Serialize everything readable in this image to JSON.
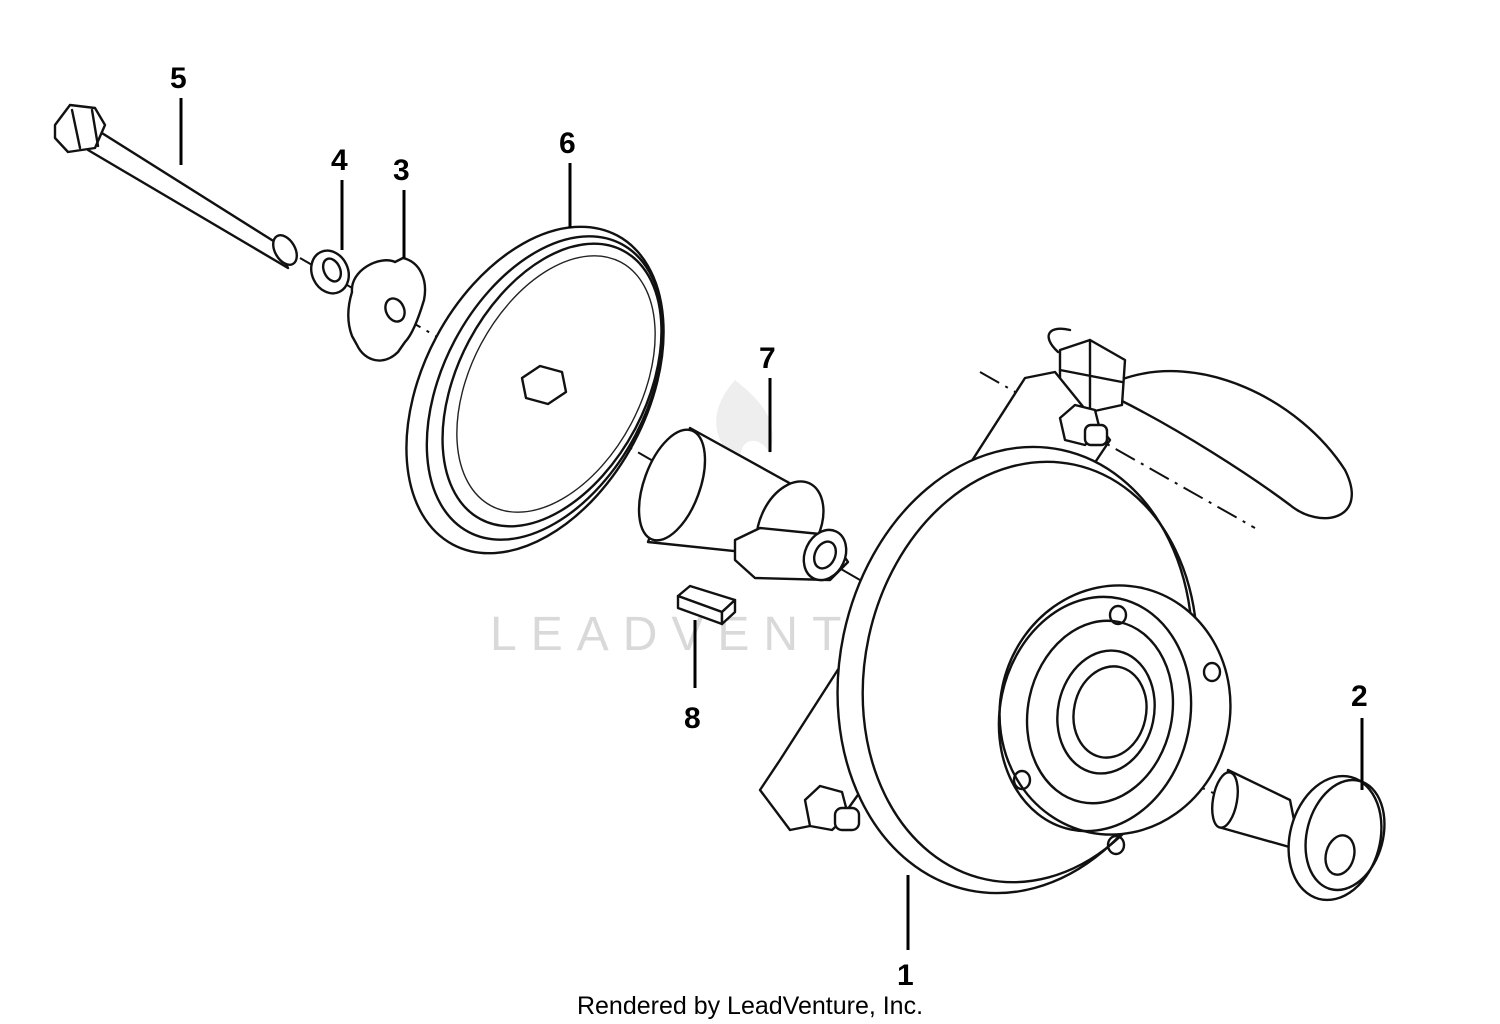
{
  "credit": "Rendered by LeadVenture, Inc.",
  "watermark": "LEADVENTURE",
  "callouts": {
    "c1": "1",
    "c2": "2",
    "c3": "3",
    "c4": "4",
    "c5": "5",
    "c6": "6",
    "c7": "7",
    "c8": "8"
  }
}
